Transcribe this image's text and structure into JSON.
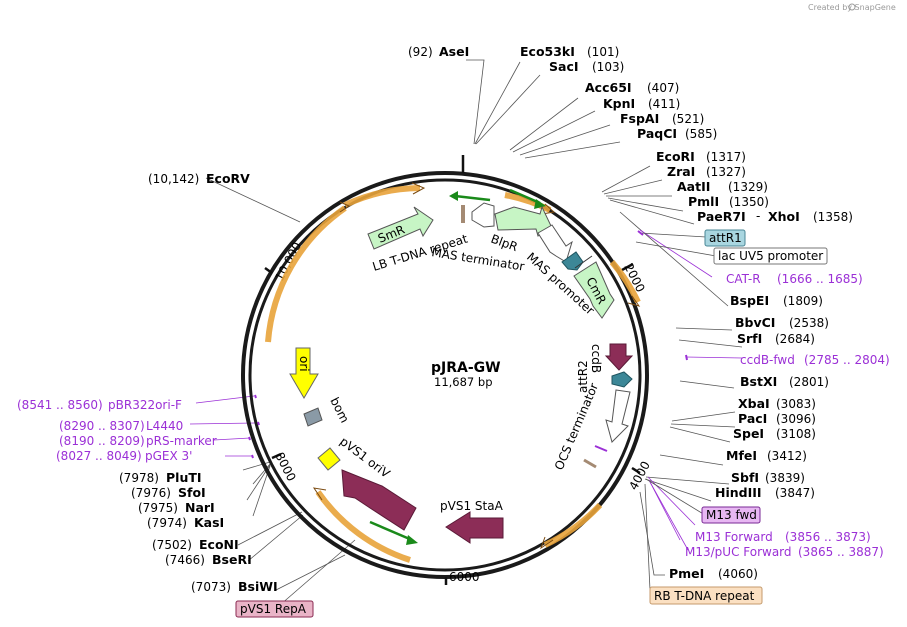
{
  "credit": "Created by SnapGene",
  "plasmid": {
    "name": "pJRA-GW",
    "length_label": "11,687 bp"
  },
  "ticks": [
    "2000",
    "4000",
    "6000",
    "8000",
    "10,000"
  ],
  "enzymes": [
    {
      "pos": "(92)",
      "name": "AseI"
    },
    {
      "name": "Eco53kI",
      "pos": "(101)"
    },
    {
      "name": "SacI",
      "pos": "(103)"
    },
    {
      "name": "Acc65I",
      "pos": "(407)"
    },
    {
      "name": "KpnI",
      "pos": "(411)"
    },
    {
      "name": "FspAI",
      "pos": "(521)"
    },
    {
      "name": "PaqCI",
      "pos": "(585)"
    },
    {
      "name": "EcoRI",
      "pos": "(1317)"
    },
    {
      "name": "ZraI",
      "pos": "(1327)"
    },
    {
      "name": "AatII",
      "pos": "(1329)"
    },
    {
      "name": "PmlI",
      "pos": "(1350)"
    },
    {
      "name": "PaeR7I",
      "sep": "-",
      "name2": "XhoI",
      "pos": "(1358)"
    },
    {
      "name": "BspEI",
      "pos": "(1809)"
    },
    {
      "name": "BbvCI",
      "pos": "(2538)"
    },
    {
      "name": "SrfI",
      "pos": "(2684)"
    },
    {
      "name": "BstXI",
      "pos": "(2801)"
    },
    {
      "name": "XbaI",
      "pos": "(3083)"
    },
    {
      "name": "PacI",
      "pos": "(3096)"
    },
    {
      "name": "SpeI",
      "pos": "(3108)"
    },
    {
      "name": "MfeI",
      "pos": "(3412)"
    },
    {
      "name": "SbfI",
      "pos": "(3839)"
    },
    {
      "name": "HindIII",
      "pos": "(3847)"
    },
    {
      "name": "PmeI",
      "pos": "(4060)"
    },
    {
      "pos": "(10,142)",
      "name": "EcoRV"
    },
    {
      "pos": "(7978)",
      "name": "PluTI"
    },
    {
      "pos": "(7976)",
      "name": "SfoI"
    },
    {
      "pos": "(7975)",
      "name": "NarI"
    },
    {
      "pos": "(7974)",
      "name": "KasI"
    },
    {
      "pos": "(7502)",
      "name": "EcoNI"
    },
    {
      "pos": "(7466)",
      "name": "BseRI"
    },
    {
      "pos": "(7073)",
      "name": "BsiWI"
    }
  ],
  "primers": [
    {
      "name": "CAT-R",
      "range": "(1666 .. 1685)"
    },
    {
      "name": "ccdB-fwd",
      "range": "(2785 .. 2804)"
    },
    {
      "name": "M13 Forward",
      "range": "(3856 .. 3873)"
    },
    {
      "name": "M13/pUC Forward",
      "range": "(3865 .. 3887)"
    },
    {
      "range": "(8541 .. 8560)",
      "name": "pBR322ori-F"
    },
    {
      "range": "(8290 .. 8307)",
      "name": "L4440"
    },
    {
      "range": "(8190 .. 8209)",
      "name": "pRS-marker"
    },
    {
      "range": "(8027 .. 8049)",
      "name": "pGEX 3'"
    }
  ],
  "boxed_features": [
    {
      "name": "attR1",
      "fill": "#a9d6e0",
      "stroke": "#4a8796"
    },
    {
      "name": "lac UV5 promoter",
      "fill": "#ffffff",
      "stroke": "#777777"
    },
    {
      "name": "M13 fwd",
      "fill": "#e7b7f2",
      "stroke": "#7a2a96"
    },
    {
      "name": "RB T-DNA repeat",
      "fill": "#fbe0c2",
      "stroke": "#c49a6c"
    },
    {
      "name": "pVS1 RepA",
      "fill": "#e9b4c7",
      "stroke": "#8a2a52"
    }
  ],
  "inner_labels": {
    "SmR": "SmR",
    "CmR": "CmR",
    "ori": "ori",
    "ccdB": "ccdB",
    "LB": "LB T-DNA repeat",
    "MAS_term": "MAS terminator",
    "BlpR": "BlpR",
    "MAS_prom": "MAS promoter",
    "attR2": "attR2",
    "OCS": "OCS terminator",
    "bom": "bom",
    "pVS1oriV": "pVS1 oriV",
    "pVS1StaA": "pVS1 StaA"
  },
  "colors": {
    "backbone": "#1a1a1a",
    "orf": "#e8a33a",
    "smr": "#c7f5c5",
    "maroon": "#8c2d57",
    "teal": "#3c8797",
    "yellow": "#ffff00",
    "primer": "#9b30d6",
    "green_arrow": "#1a8a1a"
  }
}
